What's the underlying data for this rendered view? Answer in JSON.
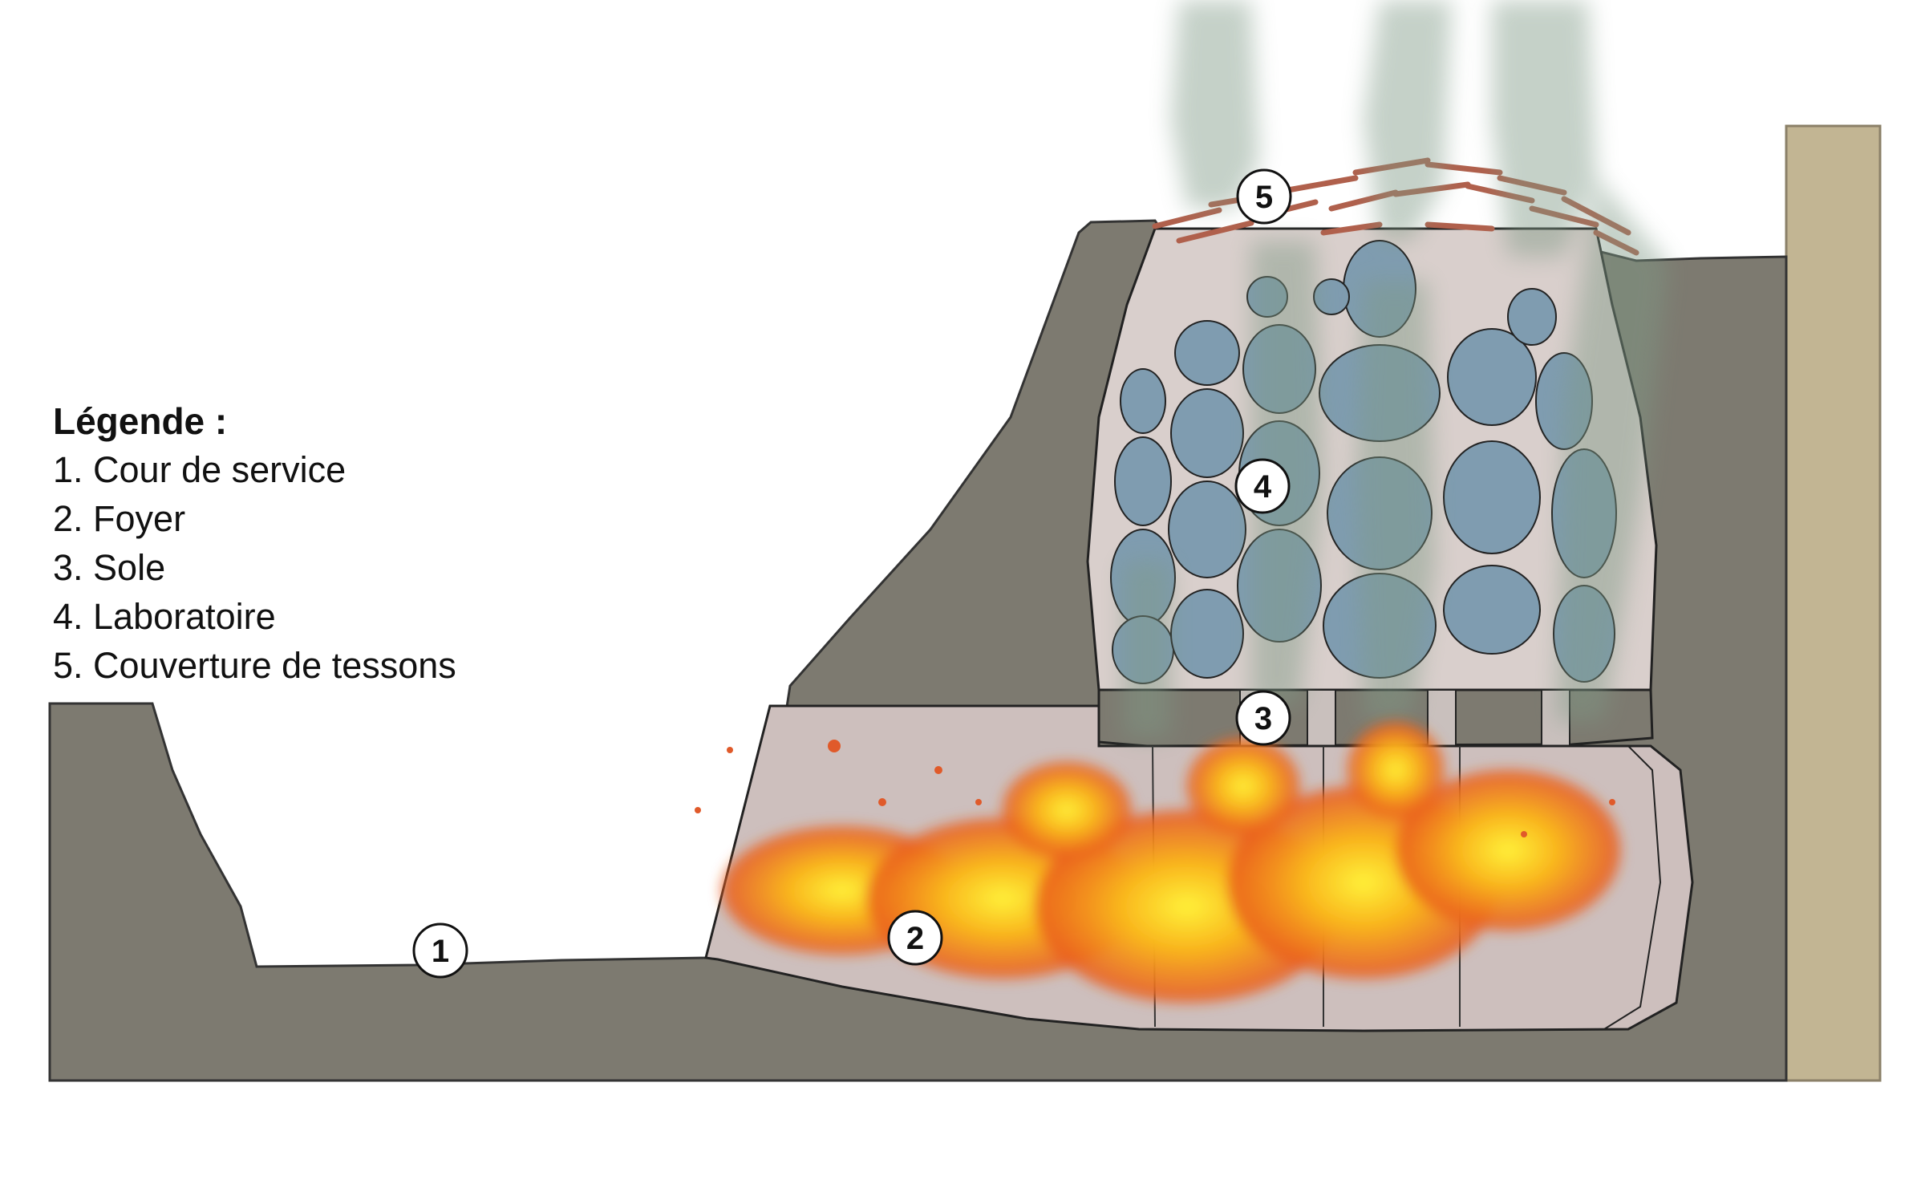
{
  "legend": {
    "title": "Légende :",
    "items": [
      "1. Cour de service",
      "2. Foyer",
      "3. Sole",
      "4. Laboratoire",
      "5. Couverture de tessons"
    ]
  },
  "markers": [
    "1",
    "2",
    "3",
    "4",
    "5"
  ],
  "colors": {
    "ground": "#7d7a70",
    "wall_right": "#c2b593",
    "chamber": "#d9cfcc",
    "hearth": "#cdbfbd",
    "pots": "#7f9cb0",
    "flames": "#f7a61c",
    "smoke": "#7f9a86",
    "sherds": "#c87060"
  }
}
